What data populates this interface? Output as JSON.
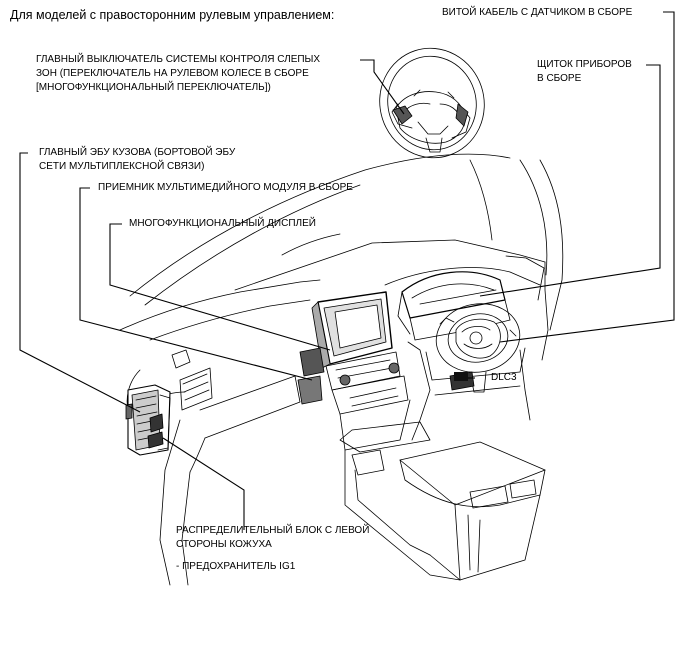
{
  "title": "Для моделей с правосторонним рулевым управлением:",
  "labels": {
    "spiral_cable": "ВИТОЙ КАБЕЛЬ С ДАТЧИКОМ В СБОРЕ",
    "blind_spot_line1": "ГЛАВНЫЙ ВЫКЛЮЧАТЕЛЬ СИСТЕМЫ КОНТРОЛЯ СЛЕПЫХ",
    "blind_spot_line2": "ЗОН (ПЕРЕКЛЮЧАТЕЛЬ НА РУЛЕВОМ КОЛЕСЕ В СБОРЕ",
    "blind_spot_line3": "[МНОГОФУНКЦИОНАЛЬНЫЙ ПЕРЕКЛЮЧАТЕЛЬ])",
    "combination_meter_line1": "ЩИТОК ПРИБОРОВ",
    "combination_meter_line2": "В СБОРЕ",
    "body_ecu_line1": "ГЛАВНЫЙ ЭБУ КУЗОВА (БОРТОВОЙ ЭБУ",
    "body_ecu_line2": "СЕТИ МУЛЬТИПЛЕКСНОЙ СВЯЗИ)",
    "multimedia_receiver": "ПРИЕМНИК МУЛЬТИМЕДИЙНОГО МОДУЛЯ В СБОРЕ",
    "multi_display": "МНОГОФУНКЦИОНАЛЬНЫЙ ДИСПЛЕЙ",
    "dlc3": "DLC3",
    "junction_block_line1": "РАСПРЕДЕЛИТЕЛЬНЫЙ БЛОК С ЛЕВОЙ",
    "junction_block_line2": "СТОРОНЫ КОЖУХА",
    "fuse_ig1": "- ПРЕДОХРАНИТЕЛЬ IG1"
  }
}
